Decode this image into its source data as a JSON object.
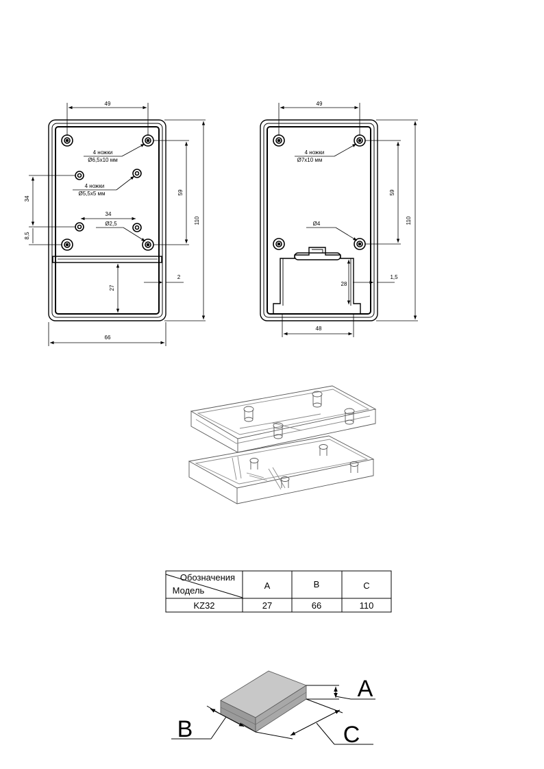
{
  "left_view": {
    "dim_top": "49",
    "dim_height": "110",
    "dim_inner": "59",
    "dim_left_34": "34",
    "dim_left_8_5": "8,5",
    "dim_center_34": "34",
    "dim_27": "27",
    "dim_2": "2",
    "dim_width": "66",
    "feet_count": "4 ножки",
    "feet_size": "Ø6,5x10 мм",
    "feet2_count": "4 ножки",
    "feet2_size": "Ø5,5x5 мм",
    "hole_dia": "Ø2,5"
  },
  "right_view": {
    "dim_top": "49",
    "dim_height": "110",
    "dim_inner": "59",
    "feet_count": "4 ножки",
    "feet_size": "Ø7x10 мм",
    "hole_dia": "Ø4",
    "dim_28": "28",
    "dim_1_5": "1,5",
    "dim_48": "48"
  },
  "table": {
    "header_top": "Обозначения",
    "header_bottom": "Модель",
    "col_a": "A",
    "col_b": "B",
    "col_c": "C",
    "model": "KZ32",
    "val_a": "27",
    "val_b": "66",
    "val_c": "110"
  },
  "box_labels": {
    "a": "A",
    "b": "B",
    "c": "C"
  }
}
